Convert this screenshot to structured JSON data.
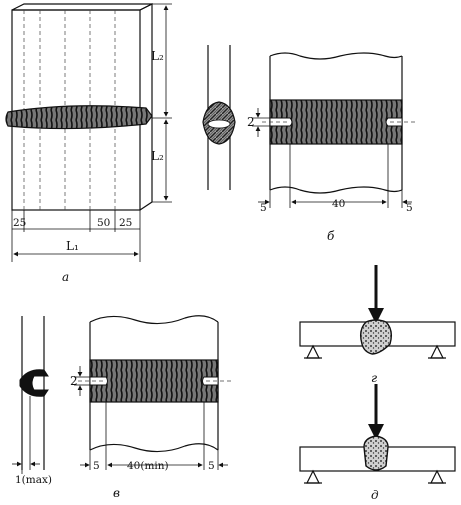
{
  "figure": {
    "captions": {
      "a": "a",
      "b": "б",
      "c": "в",
      "d": "г",
      "e": "д"
    },
    "panel_a": {
      "l2_top": "L₂",
      "l2_bottom": "L₂",
      "dim_left": "25",
      "dim_mid": "50",
      "dim_right": "25",
      "l1": "L₁"
    },
    "panel_b": {
      "dim_2": "2",
      "dim_left": "5",
      "dim_mid": "40",
      "dim_right": "5"
    },
    "panel_c": {
      "dim_2": "2",
      "dim_left": "5",
      "dim_mid": "40(min)",
      "dim_right": "5",
      "dim_max": "1(max)"
    }
  }
}
